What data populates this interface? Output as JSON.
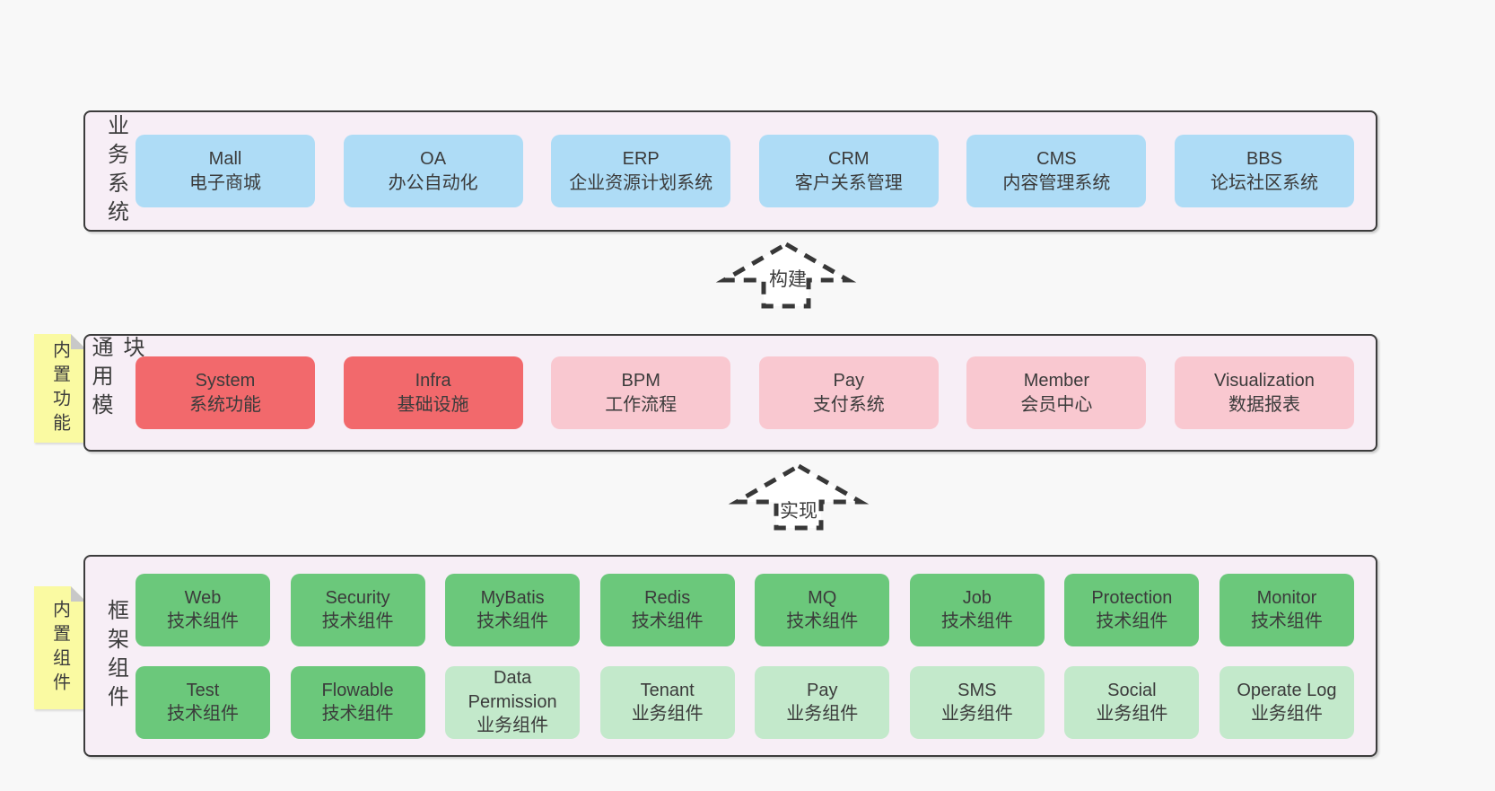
{
  "colors": {
    "page_bg": "#f8f8f8",
    "panel_bg": "#f7eef6",
    "panel_border": "#3c3c3c",
    "blue": "#aedcf6",
    "red": "#f2696c",
    "pink": "#f9c8d0",
    "green_dark": "#6bc87b",
    "green_light": "#c3e9cb",
    "sticky_yellow": "#fafaa2",
    "sticky_fold": "#c8c8c8",
    "arrow_stroke": "#383838",
    "text": "#3d3d3d"
  },
  "arrows": [
    {
      "label": "构建"
    },
    {
      "label": "实现"
    }
  ],
  "sections": [
    {
      "id": "business-systems",
      "side_label": "业务系统",
      "rows": [
        [
          {
            "name": "Mall",
            "desc": "电子商城",
            "variant": "blue"
          },
          {
            "name": "OA",
            "desc": "办公自动化",
            "variant": "blue"
          },
          {
            "name": "ERP",
            "desc": "企业资源计划系统",
            "variant": "blue"
          },
          {
            "name": "CRM",
            "desc": "客户关系管理",
            "variant": "blue"
          },
          {
            "name": "CMS",
            "desc": "内容管理系统",
            "variant": "blue"
          },
          {
            "name": "BBS",
            "desc": "论坛社区系统",
            "variant": "blue"
          }
        ]
      ]
    },
    {
      "id": "common-modules",
      "side_label": "通用模块",
      "sticky": "内置功能",
      "rows": [
        [
          {
            "name": "System",
            "desc": "系统功能",
            "variant": "red"
          },
          {
            "name": "Infra",
            "desc": "基础设施",
            "variant": "red"
          },
          {
            "name": "BPM",
            "desc": "工作流程",
            "variant": "pink"
          },
          {
            "name": "Pay",
            "desc": "支付系统",
            "variant": "pink"
          },
          {
            "name": "Member",
            "desc": "会员中心",
            "variant": "pink"
          },
          {
            "name": "Visualization",
            "desc": "数据报表",
            "variant": "pink"
          }
        ]
      ]
    },
    {
      "id": "framework-components",
      "side_label": "框架组件",
      "sticky": "内置组件",
      "rows": [
        [
          {
            "name": "Web",
            "desc": "技术组件",
            "variant": "green-dark"
          },
          {
            "name": "Security",
            "desc": "技术组件",
            "variant": "green-dark"
          },
          {
            "name": "MyBatis",
            "desc": "技术组件",
            "variant": "green-dark"
          },
          {
            "name": "Redis",
            "desc": "技术组件",
            "variant": "green-dark"
          },
          {
            "name": "MQ",
            "desc": "技术组件",
            "variant": "green-dark"
          },
          {
            "name": "Job",
            "desc": "技术组件",
            "variant": "green-dark"
          },
          {
            "name": "Protection",
            "desc": "技术组件",
            "variant": "green-dark"
          },
          {
            "name": "Monitor",
            "desc": "技术组件",
            "variant": "green-dark"
          }
        ],
        [
          {
            "name": "Test",
            "desc": "技术组件",
            "variant": "green-dark"
          },
          {
            "name": "Flowable",
            "desc": "技术组件",
            "variant": "green-dark"
          },
          {
            "name": "Data Permission",
            "desc": "业务组件",
            "variant": "green-light"
          },
          {
            "name": "Tenant",
            "desc": "业务组件",
            "variant": "green-light"
          },
          {
            "name": "Pay",
            "desc": "业务组件",
            "variant": "green-light"
          },
          {
            "name": "SMS",
            "desc": "业务组件",
            "variant": "green-light"
          },
          {
            "name": "Social",
            "desc": "业务组件",
            "variant": "green-light"
          },
          {
            "name": "Operate Log",
            "desc": "业务组件",
            "variant": "green-light"
          }
        ]
      ]
    }
  ]
}
